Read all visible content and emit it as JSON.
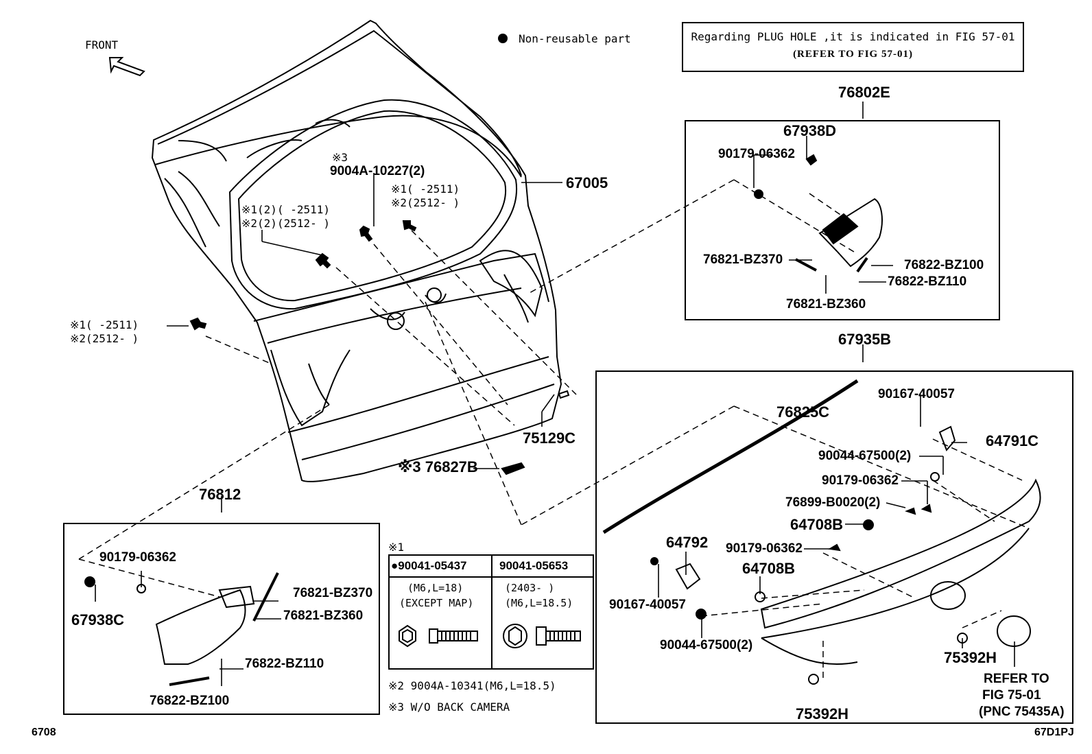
{
  "front_label": "FRONT",
  "legend_text": "Non-reusable part",
  "note_box": {
    "line1": "Regarding PLUG HOLE ,it is indicated in FIG 57-01",
    "line2": "(REFER TO FIG 57-01)"
  },
  "parts": {
    "p67005": "67005",
    "p76802E": "76802E",
    "p67938D": "67938D",
    "p90179_a": "90179-06362",
    "p76821_bz370_a": "76821-BZ370",
    "p76822_bz100_a": "76822-BZ100",
    "p76822_bz110_a": "76822-BZ110",
    "p76821_bz360_a": "76821-BZ360",
    "p67935B": "67935B",
    "p90167_a": "90167-40057",
    "p76825C": "76825C",
    "p64791C": "64791C",
    "p90044_a": "90044-67500(2)",
    "p90179_b": "90179-06362",
    "p76899": "76899-B0020(2)",
    "p64708B_a": "64708B",
    "p64792": "64792",
    "p90179_c": "90179-06362",
    "p64708B_b": "64708B",
    "p90167_b": "90167-40057",
    "p90044_b": "90044-67500(2)",
    "p75392H_a": "75392H",
    "p75392H_b": "75392H",
    "refer_l1": "REFER TO",
    "refer_l2": "FIG 75-01",
    "refer_l3": "(PNC 75435A)",
    "p75129C": "75129C",
    "p76827B": "※3 76827B",
    "p76812": "76812",
    "p90179_d": "90179-06362",
    "p67938C": "67938C",
    "p76821_bz370_b": "76821-BZ370",
    "p76821_bz360_b": "76821-BZ360",
    "p76822_bz110_b": "76822-BZ110",
    "p76822_bz100_b": "76822-BZ100",
    "bolt_center_note": "※3",
    "bolt_center": "9004A-10227(2)",
    "bolt_right_1": "※1(     -2511)",
    "bolt_right_2": "※2(2512-     )",
    "bolt_mid_1": "※1(2)(     -2511)",
    "bolt_mid_2": "※2(2)(2512-     )",
    "bolt_left_1": "※1(     -2511)",
    "bolt_left_2": "※2(2512-     )"
  },
  "bolt_table": {
    "title": "※1",
    "col1_head": "●90041-05437",
    "col2_head": "90041-05653",
    "col1_l1": "(M6,L=18)",
    "col1_l2": "(EXCEPT MAP)",
    "col2_l1": "(2403-     )",
    "col2_l2": "(M6,L=18.5)"
  },
  "notes": {
    "n2": "※2  9004A-10341(M6,L=18.5)",
    "n3": "※3 W/O BACK CAMERA"
  },
  "footer_left": "6708",
  "footer_right": "67D1PJ"
}
